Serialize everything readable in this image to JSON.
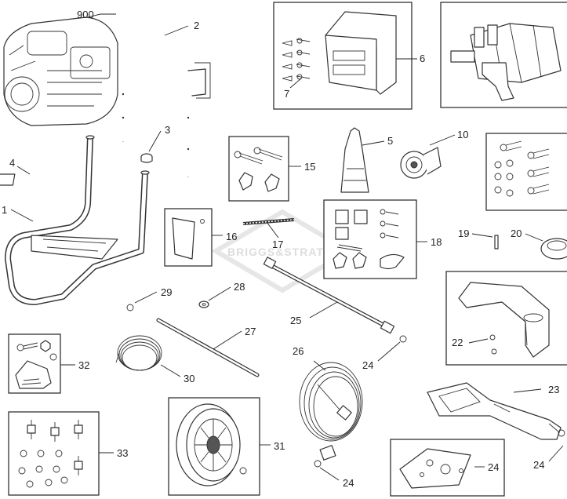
{
  "watermark": "BRIGGS&STRATTON",
  "callouts": {
    "c900": "900",
    "c2": "2",
    "c3": "3",
    "c4": "4",
    "c1": "1",
    "c5": "5",
    "c6": "6",
    "c7": "7",
    "c10": "10",
    "c15": "15",
    "c16": "16",
    "c17": "17",
    "c18": "18",
    "c19": "19",
    "c20": "20",
    "c22": "22",
    "c23": "23",
    "c24a": "24",
    "c24b": "24",
    "c24c": "24",
    "c24d": "24",
    "c25": "25",
    "c26": "26",
    "c27": "27",
    "c28": "28",
    "c29": "29",
    "c30": "30",
    "c31": "31",
    "c32": "32",
    "c33": "33"
  }
}
